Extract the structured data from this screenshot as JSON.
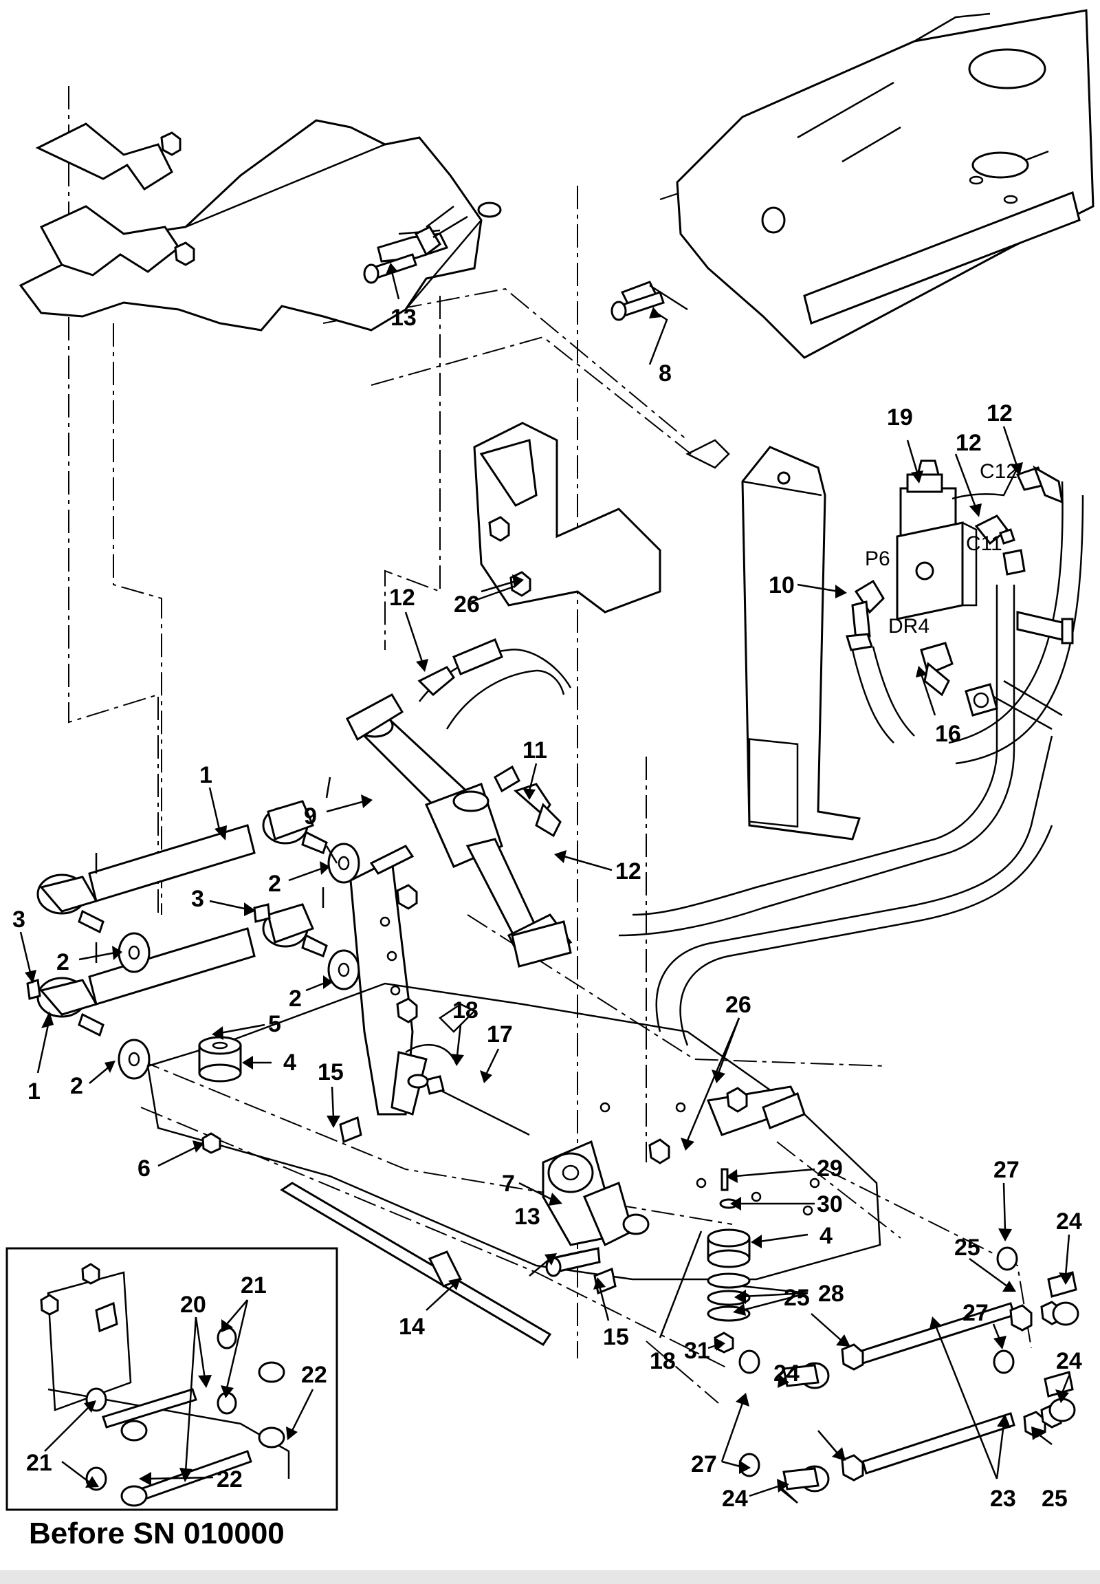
{
  "callouts": [
    {
      "id": "c1a",
      "label": "1"
    },
    {
      "id": "c1b",
      "label": "1"
    },
    {
      "id": "c2a",
      "label": "2"
    },
    {
      "id": "c2b",
      "label": "2"
    },
    {
      "id": "c2c",
      "label": "2"
    },
    {
      "id": "c2d",
      "label": "2"
    },
    {
      "id": "c3a",
      "label": "3"
    },
    {
      "id": "c3b",
      "label": "3"
    },
    {
      "id": "c4a",
      "label": "4"
    },
    {
      "id": "c4b",
      "label": "4"
    },
    {
      "id": "c5",
      "label": "5"
    },
    {
      "id": "c6",
      "label": "6"
    },
    {
      "id": "c7",
      "label": "7"
    },
    {
      "id": "c8",
      "label": "8"
    },
    {
      "id": "c9",
      "label": "9"
    },
    {
      "id": "c10",
      "label": "10"
    },
    {
      "id": "c11",
      "label": "11"
    },
    {
      "id": "c12a",
      "label": "12"
    },
    {
      "id": "c12b",
      "label": "12"
    },
    {
      "id": "c12c",
      "label": "12"
    },
    {
      "id": "c12d",
      "label": "12"
    },
    {
      "id": "c13a",
      "label": "13"
    },
    {
      "id": "c13b",
      "label": "13"
    },
    {
      "id": "c14",
      "label": "14"
    },
    {
      "id": "c15a",
      "label": "15"
    },
    {
      "id": "c15b",
      "label": "15"
    },
    {
      "id": "c16",
      "label": "16"
    },
    {
      "id": "c17",
      "label": "17"
    },
    {
      "id": "c18a",
      "label": "18"
    },
    {
      "id": "c18b",
      "label": "18"
    },
    {
      "id": "c19",
      "label": "19"
    },
    {
      "id": "c20",
      "label": "20"
    },
    {
      "id": "c21a",
      "label": "21"
    },
    {
      "id": "c21b",
      "label": "21"
    },
    {
      "id": "c22a",
      "label": "22"
    },
    {
      "id": "c22b",
      "label": "22"
    },
    {
      "id": "c23",
      "label": "23"
    },
    {
      "id": "c24a",
      "label": "24"
    },
    {
      "id": "c24b",
      "label": "24"
    },
    {
      "id": "c24c",
      "label": "24"
    },
    {
      "id": "c24d",
      "label": "24"
    },
    {
      "id": "c25a",
      "label": "25"
    },
    {
      "id": "c25b",
      "label": "25"
    },
    {
      "id": "c25c",
      "label": "25"
    },
    {
      "id": "c26a",
      "label": "26"
    },
    {
      "id": "c26b",
      "label": "26"
    },
    {
      "id": "c27a",
      "label": "27"
    },
    {
      "id": "c27b",
      "label": "27"
    },
    {
      "id": "c27c",
      "label": "27"
    },
    {
      "id": "c28",
      "label": "28"
    },
    {
      "id": "c29",
      "label": "29"
    },
    {
      "id": "c30",
      "label": "30"
    },
    {
      "id": "c31",
      "label": "31"
    }
  ],
  "port_labels": {
    "p6": "P6",
    "c11": "C11",
    "c12": "C12",
    "dr4": "DR4"
  },
  "inset": {
    "caption": "Before SN 010000"
  }
}
